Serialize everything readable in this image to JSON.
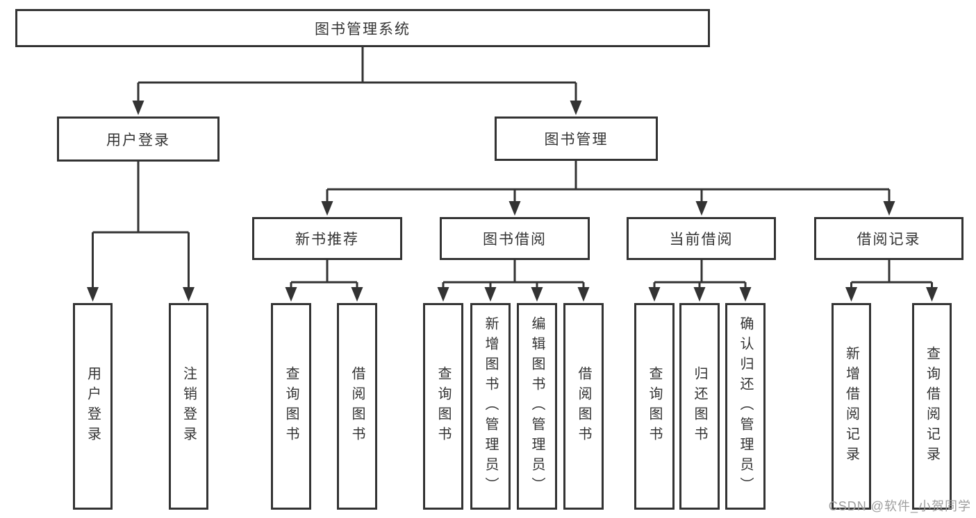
{
  "diagram": {
    "root_label": "图书管理系统",
    "level2": [
      {
        "label": "用户登录"
      },
      {
        "label": "图书管理"
      }
    ],
    "level3": [
      {
        "label": "新书推荐"
      },
      {
        "label": "图书借阅"
      },
      {
        "label": "当前借阅"
      },
      {
        "label": "借阅记录"
      }
    ],
    "leaves_user_login": [
      "用户登录",
      "注销登录"
    ],
    "leaves_new_book": [
      "查询图书",
      "借阅图书"
    ],
    "leaves_book_borrow": [
      "查询图书",
      "新增图书（管理员）",
      "编辑图书（管理员）",
      "借阅图书"
    ],
    "leaves_current_borrow": [
      "查询图书",
      "归还图书",
      "确认归还（管理员）"
    ],
    "leaves_borrow_record": [
      "新增借阅记录",
      "查询借阅记录"
    ]
  },
  "watermark": {
    "text": "CSDN @软件_小贺同学"
  },
  "colors": {
    "line": "#333333",
    "text": "#333333",
    "watermark": "#9d9d9d",
    "background": "#ffffff"
  }
}
